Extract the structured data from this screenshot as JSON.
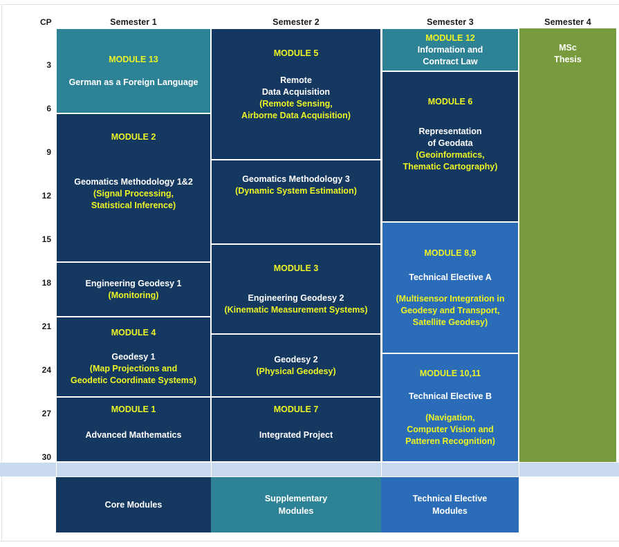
{
  "axis": {
    "cp_label": "CP",
    "ticks": [
      "3",
      "6",
      "9",
      "12",
      "15",
      "18",
      "21",
      "24",
      "27",
      "30"
    ]
  },
  "columns": [
    {
      "header": "Semester 1"
    },
    {
      "header": "Semester 2"
    },
    {
      "header": "Semester 3"
    },
    {
      "header": "Semester 4"
    }
  ],
  "blocks": {
    "m13": {
      "code": "MODULE 13",
      "title": "German as a Foreign Language",
      "sub": ""
    },
    "m2": {
      "code": "MODULE 2",
      "title": "Geomatics Methodology 1&2",
      "sub": "(Signal Processing,\nStatistical Inference)"
    },
    "eg1": {
      "code": "",
      "title": "Engineering Geodesy 1",
      "sub": "(Monitoring)"
    },
    "m4": {
      "code": "MODULE 4",
      "title": "Geodesy 1",
      "sub": "(Map Projections and\nGeodetic Coordinate Systems)"
    },
    "m1": {
      "code": "MODULE 1",
      "title": "Advanced Mathematics",
      "sub": ""
    },
    "m5": {
      "code": "MODULE 5",
      "title": "Remote\nData Acquisition",
      "sub": "(Remote Sensing,\nAirborne Data Acquisition)"
    },
    "gm3": {
      "code": "",
      "title": "Geomatics Methodology 3",
      "sub": "(Dynamic System Estimation)"
    },
    "m3": {
      "code": "MODULE 3",
      "title": "Engineering Geodesy 2",
      "sub": "(Kinematic Measurement Systems)"
    },
    "gd2": {
      "code": "",
      "title": "Geodesy 2",
      "sub": "(Physical Geodesy)"
    },
    "m7": {
      "code": "MODULE 7",
      "title": "Integrated Project",
      "sub": ""
    },
    "m12": {
      "code": "MODULE 12",
      "title": "Information and\nContract Law",
      "sub": ""
    },
    "m6": {
      "code": "MODULE 6",
      "title": "Representation\nof Geodata",
      "sub": "(Geoinformatics,\nThematic Cartography)"
    },
    "m89": {
      "code": "MODULE 8,9",
      "title": "Technical Elective A",
      "sub": "(Multisensor Integration in\nGeodesy and Transport,\nSatellite Geodesy)"
    },
    "m1011": {
      "code": "MODULE 10,11",
      "title": "Technical Elective B",
      "sub": "(Navigation,\nComputer Vision  and\nPatteren Recognition)"
    },
    "thesis": {
      "code": "",
      "title": "MSc\nThesis",
      "sub": ""
    }
  },
  "legend": [
    {
      "label": "Core Modules"
    },
    {
      "label": "Supplementary\nModules"
    },
    {
      "label": "Technical Elective\nModules"
    }
  ],
  "colors": {
    "core": "#153860",
    "supplementary": "#2e8296",
    "technical_elective": "#2a6cb8",
    "thesis": "#789b3d",
    "code_text": "#ecf425",
    "band": "#c9daf0"
  }
}
